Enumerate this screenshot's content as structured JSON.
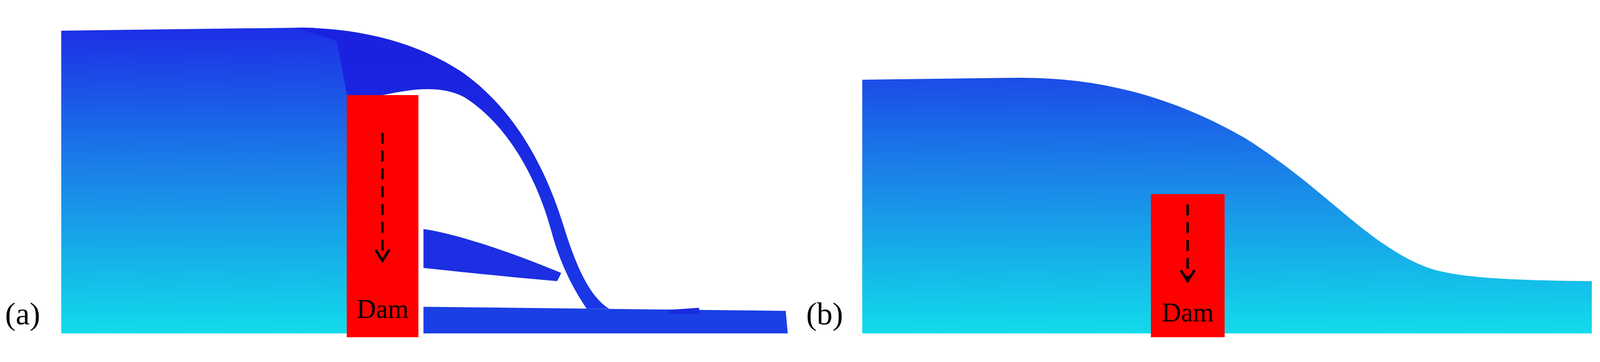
{
  "diagram": {
    "nodes": [
      {
        "text": [
          "Dam"
        ]
      },
      {
        "text": [
          "Dam"
        ]
      }
    ],
    "labels": [
      "(a)",
      "(b)"
    ]
  }
}
